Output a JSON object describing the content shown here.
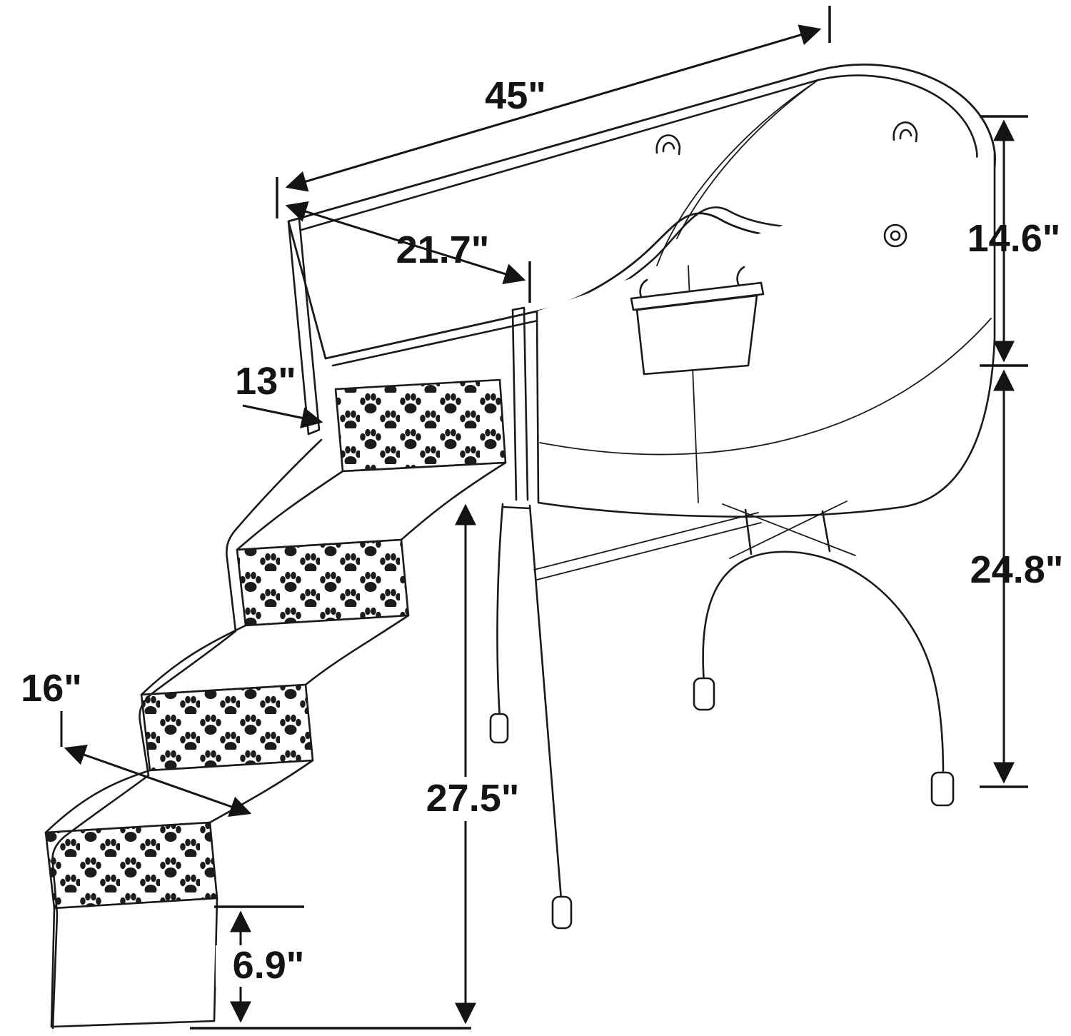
{
  "figure": {
    "kind": "product-dimension-line-drawing",
    "subject": "Elevated pet grooming bathtub on folding legs with paw-print step stairs",
    "background": "#ffffff"
  },
  "colors": {
    "background": "#ffffff",
    "line": "#1a1a1a",
    "label": "#141414",
    "paw": "#1c1c1c"
  },
  "dimensions": {
    "length_top": "45\"",
    "opening_diagonal": "21.7\"",
    "platform_width": "13\"",
    "step_width": "16\"",
    "tub_depth": "14.6\"",
    "leg_clearance": "24.8\"",
    "overall_stair_height": "27.5\"",
    "base_step_height": "6.9\""
  }
}
